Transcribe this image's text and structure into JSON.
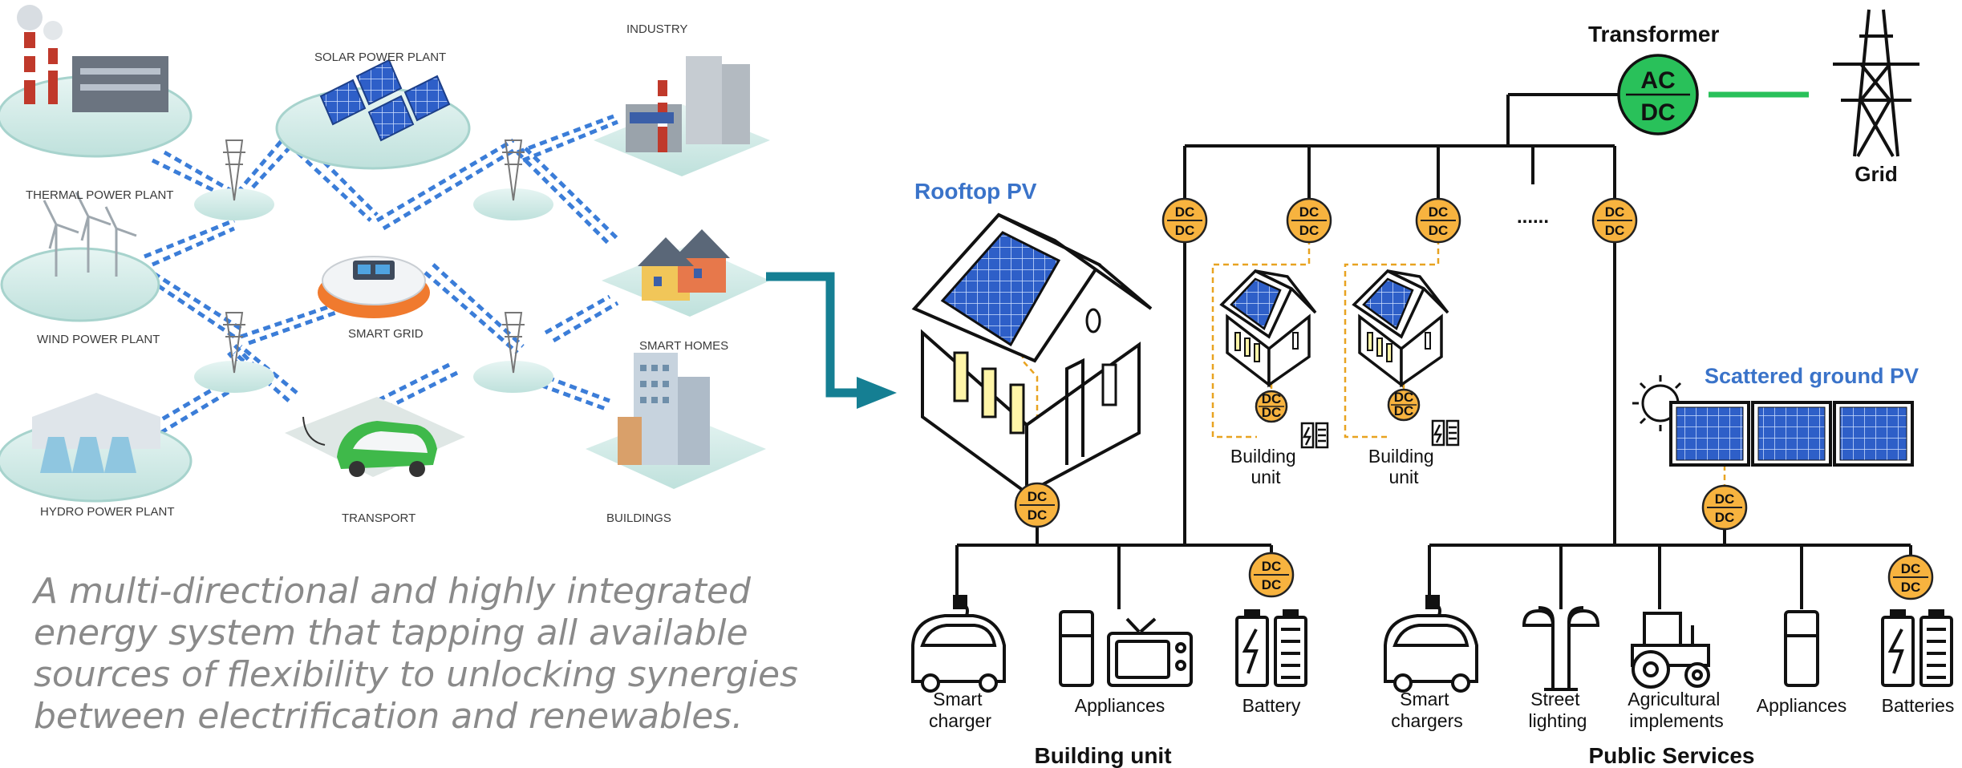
{
  "left_panel": {
    "nodes": {
      "thermal": "THERMAL POWER PLANT",
      "solar": "SOLAR POWER PLANT",
      "industry": "INDUSTRY",
      "wind": "WIND POWER PLANT",
      "smart_grid": "SMART GRID",
      "smart_homes": "SMART HOMES",
      "hydro": "HYDRO POWER PLANT",
      "transport": "TRANSPORT",
      "buildings": "BUILDINGS"
    },
    "caption": "A multi-directional and highly integrated energy system that tapping all available sources of flexibility to unlocking synergies between electrification and renewables."
  },
  "right_panel": {
    "transformer": {
      "title": "Transformer",
      "top": "AC",
      "bottom": "DC"
    },
    "grid": "Grid",
    "rooftop_pv": "Rooftop PV",
    "scattered_pv": "Scattered ground PV",
    "converter": {
      "top": "DC",
      "bottom": "DC"
    },
    "ellipsis": "......",
    "building_unit_small_1": [
      "Building",
      "unit"
    ],
    "building_unit_small_2": [
      "Building",
      "unit"
    ],
    "building_unit_loads": [
      [
        "Smart",
        "charger"
      ],
      [
        "Appliances"
      ],
      [
        "Battery"
      ]
    ],
    "public_loads": [
      [
        "Smart",
        "chargers"
      ],
      [
        "Street",
        "lighting"
      ],
      [
        "Agricultural",
        "implements"
      ],
      [
        "Appliances"
      ],
      [
        "Batteries"
      ]
    ],
    "group_building": "Building unit",
    "group_public": "Public Services"
  },
  "colors": {
    "connector_arrow": "#157f93",
    "dc_converter": "#f7b33f",
    "transformer": "#29c15a",
    "pv_blue": "#2e5fc8",
    "power_line_blue": "#3b7dd8",
    "platform_teal": "#cfe9e6",
    "dashed_orange": "#e8a321"
  }
}
